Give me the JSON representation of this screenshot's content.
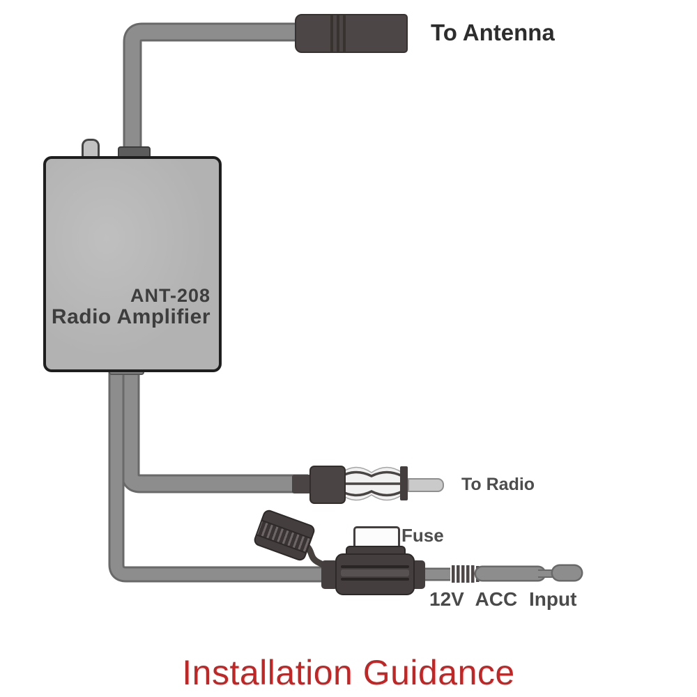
{
  "title": {
    "text": "Installation Guidance"
  },
  "device": {
    "model": "ANT-208",
    "name": "Radio Amplifier"
  },
  "callouts": {
    "antenna": "To Antenna",
    "radio": "To Radio",
    "fuse": "Fuse",
    "power": "12V ACC Input"
  },
  "colors": {
    "title_red": "#c32424",
    "wire_gray": "#8d8d8d",
    "wire_outline": "#696969",
    "connector_dark": "#4c4646",
    "box_fill": "#b2b2b2",
    "box_border": "#1e1e1e",
    "label_dark": "#2d2d2d",
    "label_gray": "#4d4d4d"
  }
}
